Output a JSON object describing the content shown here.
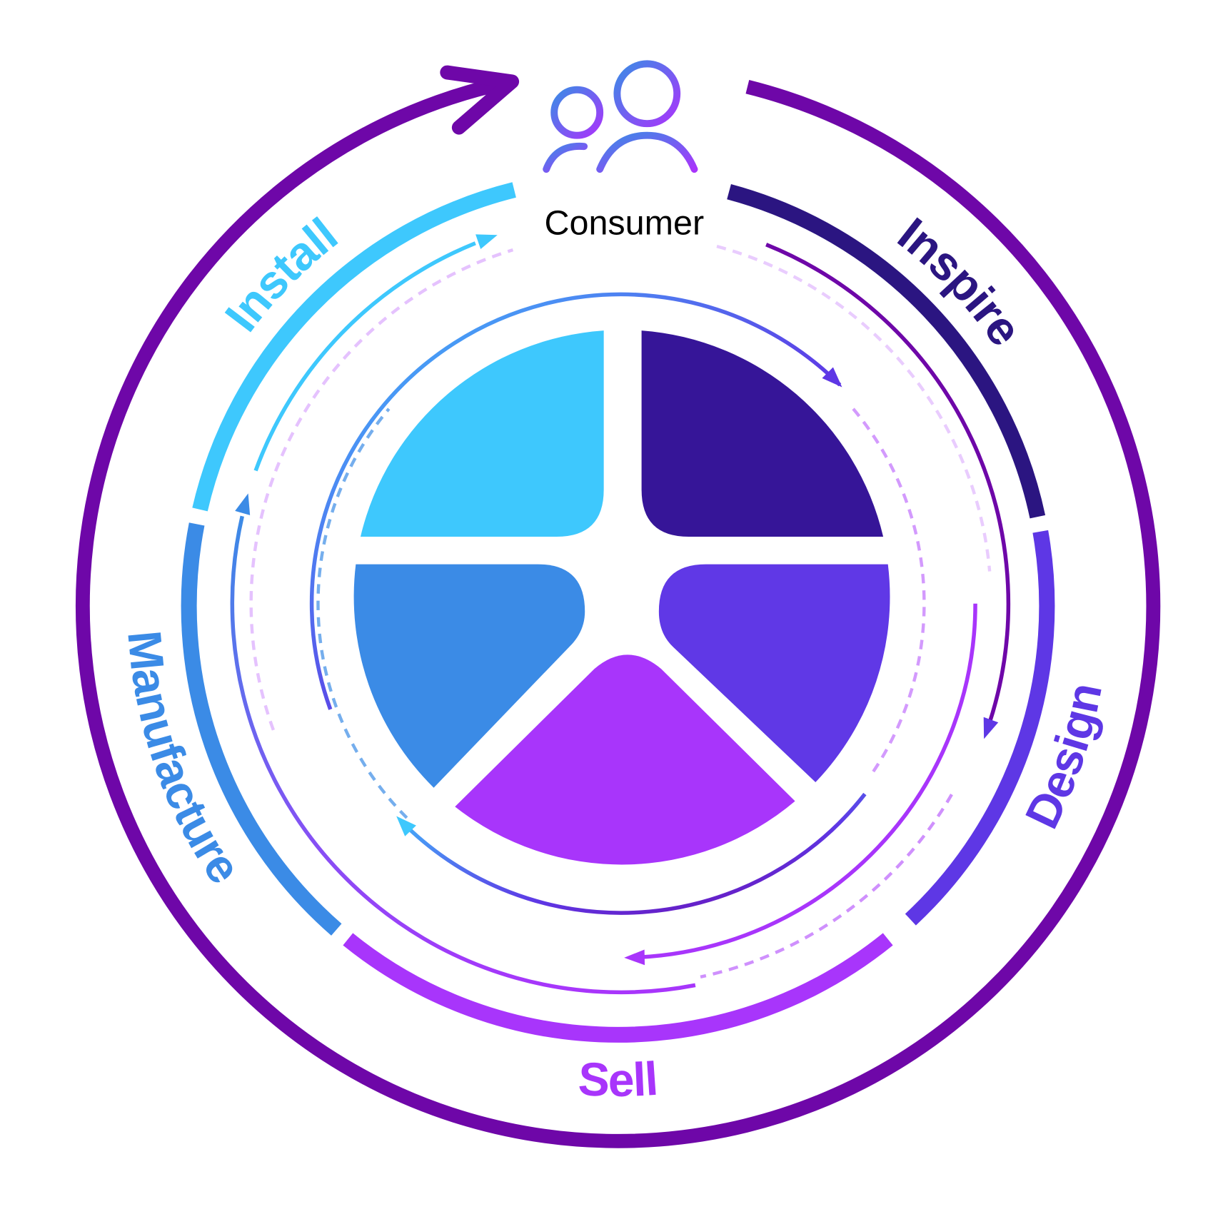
{
  "center_label": "Consumer",
  "colors": {
    "outer_ring": "#6E07A8",
    "install": "#3EC8FD",
    "inspire": "#2B1581",
    "design": "#5E37E5",
    "sell": "#A835FB",
    "manufacture": "#3B8BE6",
    "pie_top_left": "#3EC8FD",
    "pie_top_right": "#361598",
    "pie_right": "#6038E6",
    "pie_bottom": "#A835FB",
    "pie_left": "#3B8BE6"
  },
  "stages": [
    {
      "id": "install",
      "label": "Install"
    },
    {
      "id": "inspire",
      "label": "Inspire"
    },
    {
      "id": "design",
      "label": "Design"
    },
    {
      "id": "sell",
      "label": "Sell"
    },
    {
      "id": "manufacture",
      "label": "Manufacture"
    }
  ],
  "icons": {
    "consumer": "users-icon"
  }
}
